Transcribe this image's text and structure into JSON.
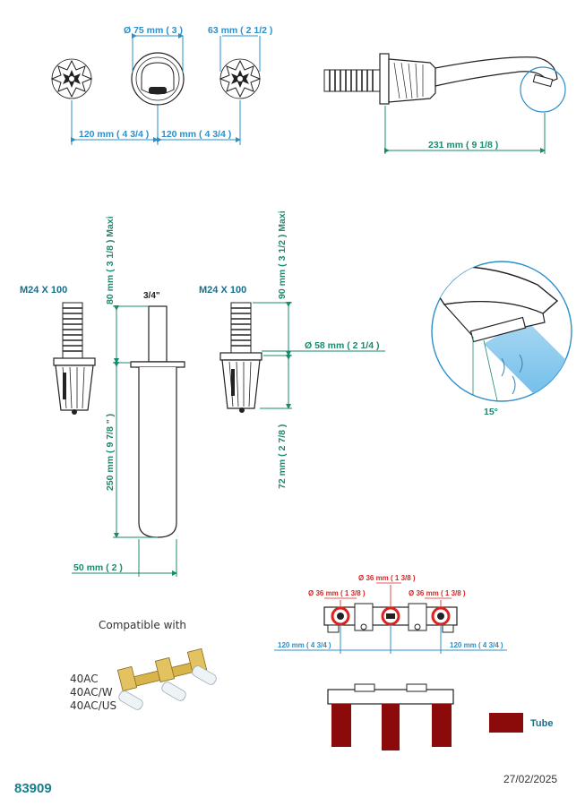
{
  "top_view": {
    "dia_spout": "Ø 75 mm ( 3 )",
    "dia_handle": "63 mm ( 2 1/2 )",
    "spacing_left": "120 mm ( 4 3/4 )",
    "spacing_right": "120 mm ( 4 3/4 )"
  },
  "side_view": {
    "spout_length": "231 mm ( 9 1/8 )"
  },
  "section": {
    "handle_thread_left": "M24 X 100",
    "handle_thread_right": "M24 X 100",
    "pipe_size": "3/4\"",
    "max_80": "80 mm ( 3 1/8 ) Maxi",
    "spout_250": "250 mm ( 9 7/8 \" )",
    "spout_width": "50 mm ( 2 )",
    "max_90": "90 mm ( 3 1/2 ) Maxi",
    "dia_58": "Ø 58 mm ( 2 1/4 )",
    "h_72": "72 mm ( 2 7/8 )"
  },
  "detail": {
    "angle": "15°"
  },
  "compatible": {
    "title": "Compatible with",
    "models": [
      "40AC",
      "40AC/W",
      "40AC/US"
    ]
  },
  "rough_in": {
    "dia_center": "Ø 36 mm ( 1 3/8 )",
    "dia_left": "Ø 36 mm ( 1 3/8 )",
    "dia_right": "Ø 36 mm ( 1 3/8 )",
    "spacing_left": "120 mm ( 4 3/4 )",
    "spacing_right": "120 mm ( 4 3/4 )"
  },
  "legend": {
    "tube_label": "Tube",
    "tube_color": "#8b0a0a"
  },
  "footer": {
    "reference": "83909",
    "date": "27/02/2025"
  },
  "colors": {
    "dimension_blue": "#2c8fc9",
    "dimension_green": "#1a8a6e",
    "rough_in_red": "#d22222"
  }
}
